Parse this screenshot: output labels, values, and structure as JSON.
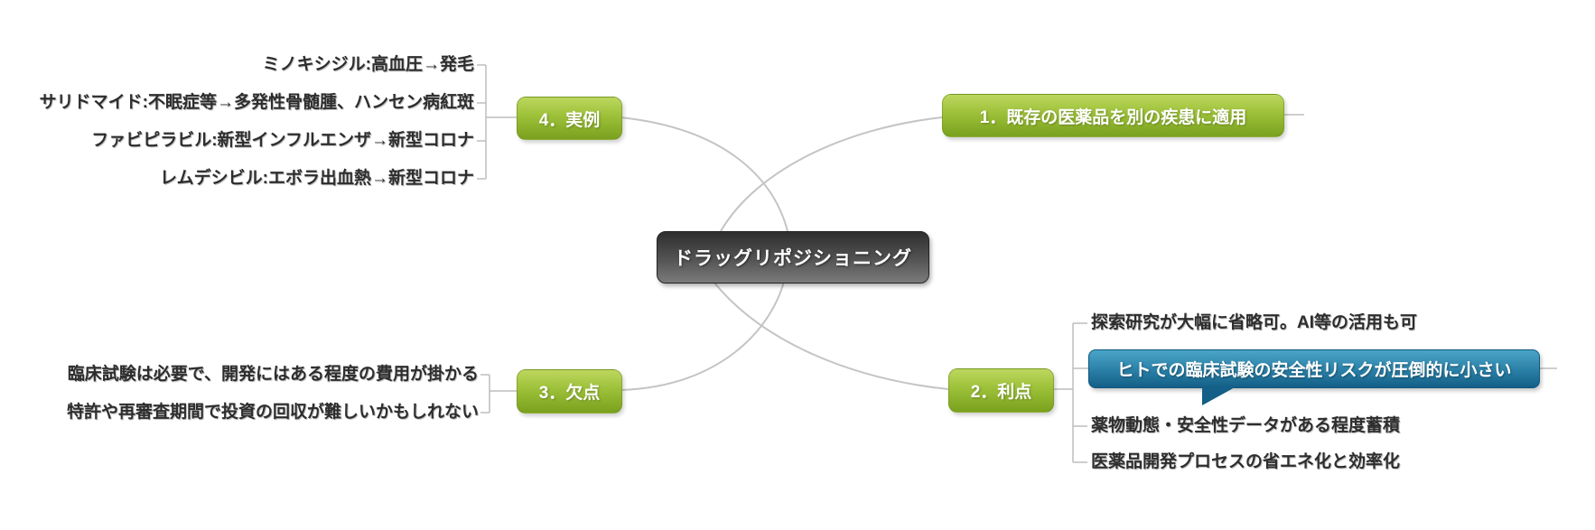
{
  "diagram": {
    "central_topic": "ドラッグリポジショニング",
    "topics": {
      "topic1": {
        "label": "1．既存の医薬品を別の疾患に適用",
        "items": []
      },
      "topic2": {
        "label": "2．利点",
        "items": [
          "探索研究が大幅に省略可。AI等の活用も可",
          "ヒトでの臨床試験の安全性リスクが圧倒的に小さい",
          "薬物動態・安全性データがある程度蓄積",
          "医薬品開発プロセスの省エネ化と効率化"
        ],
        "highlighted_item_index": 1
      },
      "topic3": {
        "label": "3．欠点",
        "items": [
          "臨床試験は必要で、開発にはある程度の費用が掛かる",
          "特許や再審査期間で投資の回収が難しいかもしれない"
        ]
      },
      "topic4": {
        "label": "4．実例",
        "items": [
          "ミノキシジル:高血圧→発毛",
          "サリドマイド:不眠症等→多発性骨髄腫、ハンセン病紅斑",
          "ファビピラビル:新型インフルエンザ→新型コロナ",
          "レムデシビル:エボラ出血熱→新型コロナ"
        ]
      }
    },
    "colors": {
      "topic_green_top": "#bdd75f",
      "topic_green_bottom": "#7aa11e",
      "central_top": "#2e2e2e",
      "central_bottom": "#7b7b7b",
      "callout_top": "#4aa5c8",
      "callout_bottom": "#135f87",
      "line": "#c4c4c4",
      "bracket": "#bdbdbd",
      "text": "#2d2d2d"
    }
  }
}
